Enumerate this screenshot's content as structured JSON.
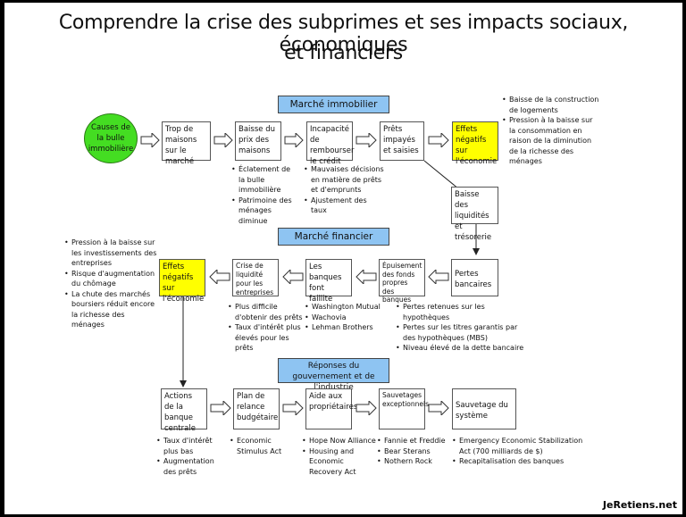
{
  "title": {
    "line1": "Comprendre la crise des subprimes et ses impacts sociaux, économiques",
    "line2": "et financiers"
  },
  "sections": {
    "immobilier": "Marché immobilier",
    "financier": "Marché financier",
    "reponses": "Réponses du gouvernement et de l'industrie"
  },
  "row1": {
    "causes": "Causes de la bulle immobilière",
    "trop": "Trop de maisons sur le marché",
    "baisse_prix": "Baisse du prix des maisons",
    "incapacite": "Incapacité de rembourser le crédit",
    "prets": "Prêts impayés et saisies",
    "effets": "Effets négatifs sur l'économie"
  },
  "notes_row1_right": [
    "Baisse de la construction de logements",
    "Pression à la baisse sur la consommation en raison de la diminution de la richesse des ménages"
  ],
  "notes_baisse_prix": [
    "Éclatement de la bulle immobilière",
    "Patrimoine des ménages diminue"
  ],
  "notes_incapacite": [
    "Mauvaises décisions en matière de prêts et d'emprunts",
    "Ajustement des taux"
  ],
  "liquidites": "Baisse des liquidités et trésorerie",
  "row2": {
    "effets": "Effets négatifs sur l'économie",
    "crise": "Crise de liquidité pour les entreprises",
    "banques": "Les banques font faillite",
    "epuisement": "Épuisement des fonds propres des banques",
    "pertes": "Pertes bancaires"
  },
  "notes_row2_left": [
    "Pression à la baisse sur les investissements des entreprises",
    "Risque d'augmentation du chômage",
    "La chute des marchés boursiers réduit encore la richesse des ménages"
  ],
  "notes_crise": [
    "Plus difficile d'obtenir des prêts",
    "Taux d'intérêt plus élevés pour les prêts"
  ],
  "notes_banques": [
    "Washington Mutual",
    "Wachovia",
    "Lehman Brothers"
  ],
  "notes_pertes": [
    "Pertes retenues sur les hypothèques",
    "Pertes sur les titres garantis par des hypothèques (MBS)",
    "Niveau élevé de la dette bancaire"
  ],
  "row3": {
    "actions": "Actions de la banque centrale",
    "relance": "Plan de relance budgétaire",
    "aide": "Aide aux propriétaires",
    "sauvetages": "Sauvetages exceptionnels",
    "systeme": "Sauvetage du système"
  },
  "notes_actions": [
    "Taux d'intérêt plus bas",
    "Augmentation des prêts"
  ],
  "notes_relance": [
    "Economic Stimulus Act"
  ],
  "notes_aide": [
    "Hope Now Alliance",
    "Housing and Economic Recovery Act"
  ],
  "notes_sauvetages": [
    "Fannie et Freddie",
    "Bear Sterans",
    "Nothern Rock"
  ],
  "notes_systeme": [
    "Emergency Economic Stabilization Act (700 milliards de $)",
    "Recapitalisation des banques"
  ],
  "brand": "JeRetiens.net"
}
